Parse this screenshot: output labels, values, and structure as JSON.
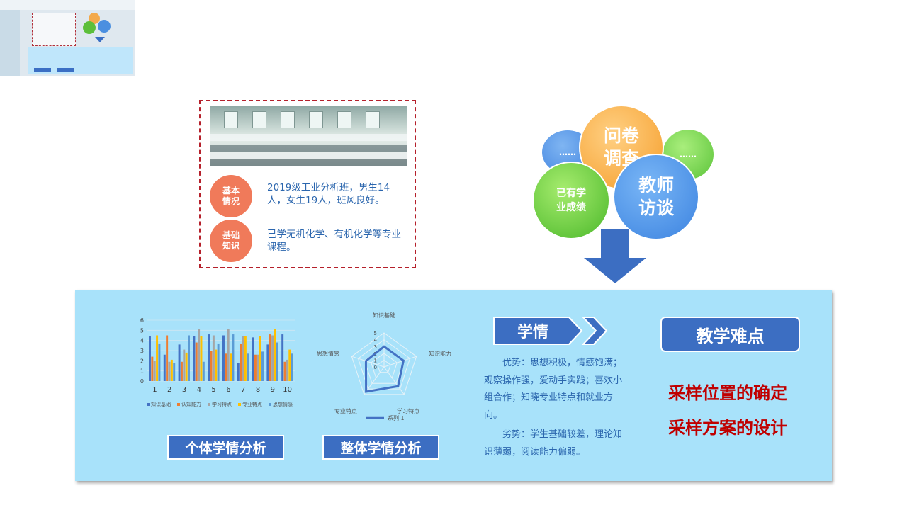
{
  "card": {
    "tag1": "基本\n情况",
    "text1": "2019级工业分析班，男生14人，女生19人，班风良好。",
    "tag2": "基础\n知识",
    "text2": "已学无机化学、有机化学等专业课程。"
  },
  "bubbles": {
    "survey": "问卷\n调查",
    "left_dots": "……",
    "right_dots": "……",
    "grades": "已有学\n业成绩",
    "interview": "教师\n访谈"
  },
  "buttons": {
    "individual": "个体学情分析",
    "overall": "整体学情分析",
    "xueqing": "学情",
    "difficulty": "教学难点"
  },
  "analysis": {
    "pros": "优势：思想积极，情感饱满；观察操作强，爱动手实践；喜欢小组合作；知晓专业特点和就业方向。",
    "cons": "劣势：学生基础较差，理论知识薄弱，阅读能力偏弱。"
  },
  "difficulties": [
    "采样位置的确定",
    "采样方案的设计"
  ],
  "colors": {
    "accent_blue": "#3c6ec2",
    "panel_bg": "#a8e2fa",
    "tag_orange": "#f07a5a",
    "text_blue": "#2b66ae",
    "red": "#c00000"
  },
  "chart_data": [
    {
      "type": "bar",
      "categories": [
        "1",
        "2",
        "3",
        "4",
        "5",
        "6",
        "7",
        "8",
        "9",
        "10"
      ],
      "ylim": [
        0,
        6
      ],
      "yticks": [
        0,
        1,
        2,
        3,
        4,
        5,
        6
      ],
      "series": [
        {
          "name": "知识基础",
          "color": "#4472c4",
          "values": [
            4.4,
            2.6,
            3.6,
            4.4,
            4.6,
            4.5,
            1.8,
            4.3,
            3.6,
            4.6
          ]
        },
        {
          "name": "认知能力",
          "color": "#ed7d31",
          "values": [
            2.4,
            4.5,
            1.9,
            3.8,
            3.0,
            2.7,
            3.7,
            2.6,
            4.6,
            1.9
          ]
        },
        {
          "name": "学习特点",
          "color": "#a5a5a5",
          "values": [
            2.0,
            1.9,
            3.1,
            5.1,
            4.5,
            5.1,
            4.4,
            2.6,
            4.5,
            2.1
          ]
        },
        {
          "name": "专业特点",
          "color": "#ffc000",
          "values": [
            4.5,
            2.1,
            2.8,
            4.4,
            3.1,
            2.7,
            4.4,
            4.4,
            5.1,
            3.1
          ]
        },
        {
          "name": "思想情感",
          "color": "#5b9bd5",
          "values": [
            3.7,
            1.8,
            4.5,
            1.9,
            3.7,
            4.6,
            2.7,
            2.9,
            3.8,
            2.7
          ]
        }
      ]
    },
    {
      "type": "radar",
      "axes": [
        "知识基础",
        "知识能力",
        "学习特点",
        "专业特点",
        "思想情感"
      ],
      "rlim": [
        0,
        5
      ],
      "rticks": [
        0,
        1,
        2,
        3,
        4,
        5
      ],
      "series": [
        {
          "name": "系列 1",
          "color": "#4472c4",
          "values": [
            3,
            3,
            3.5,
            4.5,
            2.8
          ]
        }
      ]
    }
  ]
}
